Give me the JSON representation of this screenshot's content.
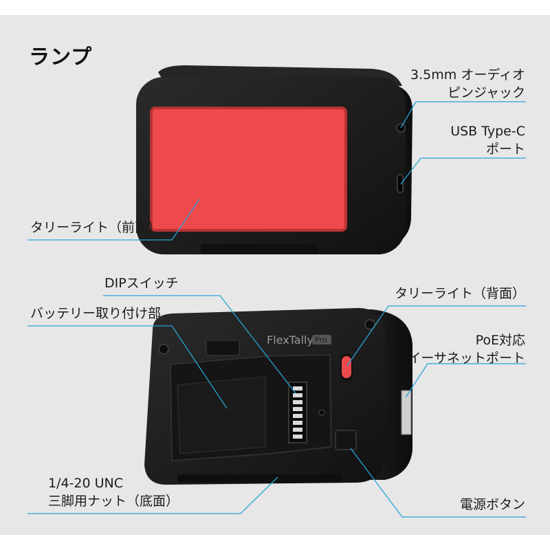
{
  "title": "ランプ",
  "labels": {
    "audio_jack": [
      "3.5mm オーディオ",
      "ピンジャック"
    ],
    "usb_c": [
      "USB Type-C",
      "ポート"
    ],
    "tally_front": "タリーライト（前面）",
    "dip_switch": "DIPスイッチ",
    "battery_mount": "バッテリー取り付け部",
    "tally_back": "タリーライト（背面）",
    "poe_port": [
      "PoE対応",
      "イーサネットポート"
    ],
    "tripod_nut": [
      "1/4-20 UNC",
      "三脚用ナット（底面）"
    ],
    "power_button": "電源ボタン"
  },
  "device_brand_text": "FlexTally",
  "device_brand_suffix": "Pro",
  "colors": {
    "background": "#e7e7e7",
    "leader_line": "#29a3d8",
    "tally_red": "#ee4a4c",
    "device_body": "#1c1c1c"
  }
}
